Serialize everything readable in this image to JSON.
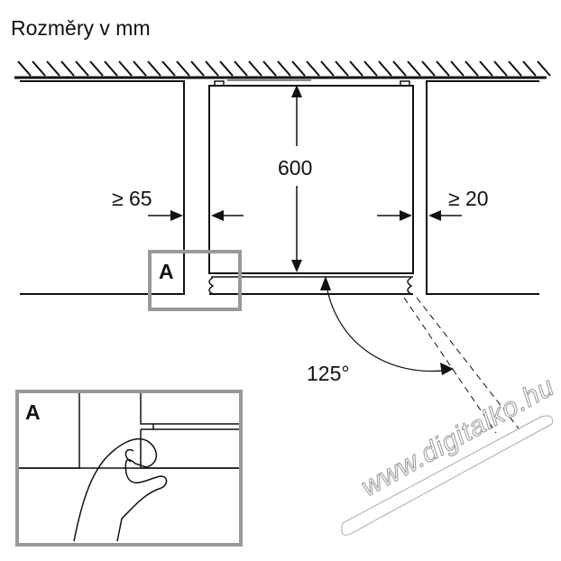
{
  "title": "Rozměry v mm",
  "dimensions": {
    "height": "600",
    "left_clearance": "≥ 65",
    "right_clearance": "≥ 20",
    "door_angle": "125°"
  },
  "detail": {
    "marker_label": "A",
    "inset_label": "A"
  },
  "watermark": "www.digitalko.hu"
}
